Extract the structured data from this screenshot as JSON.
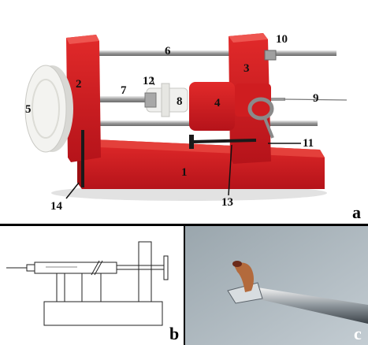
{
  "panels": {
    "a": {
      "letter": "a"
    },
    "b": {
      "letter": "b"
    },
    "c": {
      "letter": "c"
    }
  },
  "labels": [
    "1",
    "2",
    "3",
    "4",
    "5",
    "6",
    "7",
    "8",
    "9",
    "10",
    "11",
    "12",
    "13",
    "14"
  ],
  "colors": {
    "frame_red": "#d7191b",
    "frame_shadow": "#9c0f12",
    "knob_white": "#f3f3f0",
    "metal": "#b9b9b9",
    "background_c": "#b4bfc6"
  }
}
